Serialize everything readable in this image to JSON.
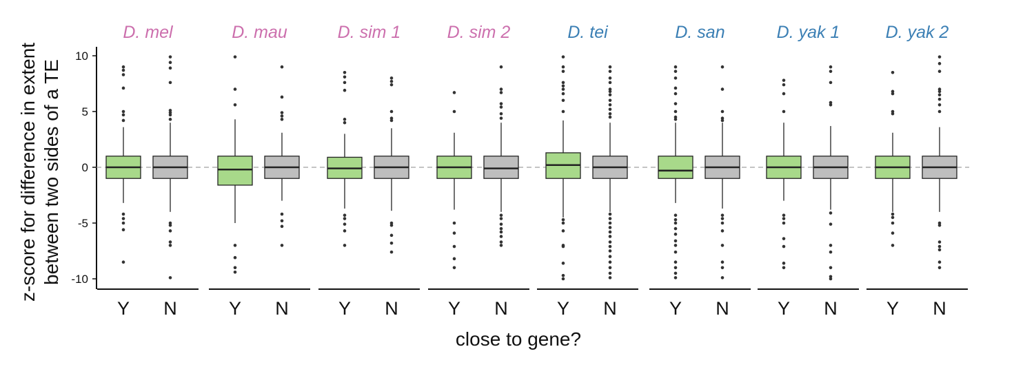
{
  "chart_data": {
    "type": "boxplot",
    "ylabel_lines": [
      "z-score for difference in extent",
      "between two sides of a TE"
    ],
    "xlabel": "close to gene?",
    "ylim": [
      -11,
      11
    ],
    "yticks": [
      10,
      5,
      0,
      -5,
      -10
    ],
    "reference_line": 0,
    "grid": false,
    "colors": {
      "Y": "#a8d98a",
      "N": "#bebebe",
      "melanogaster_group": "#cc6fad",
      "outgroup": "#3b7fb4"
    },
    "panels": [
      {
        "title": "D. mel",
        "color": "#cc6fad",
        "boxes": [
          {
            "category": "Y",
            "q1": -1.0,
            "median": 0.0,
            "q3": 1.0,
            "whisker_low": -3.2,
            "whisker_high": 3.6,
            "outliers": [
              9.0,
              8.7,
              8.3,
              7.1,
              5.0,
              4.7,
              4.2,
              -4.2,
              -4.6,
              -5.0,
              -5.6,
              -8.5
            ]
          },
          {
            "category": "N",
            "q1": -1.0,
            "median": 0.0,
            "q3": 1.0,
            "whisker_low": -4.0,
            "whisker_high": 4.0,
            "outliers": [
              9.9,
              9.4,
              8.9,
              7.6,
              5.1,
              4.9,
              4.7,
              4.3,
              -5.0,
              -5.2,
              -5.7,
              -6.7,
              -7.0,
              -9.9
            ]
          }
        ]
      },
      {
        "title": "D. mau",
        "color": "#cc6fad",
        "boxes": [
          {
            "category": "Y",
            "q1": -1.6,
            "median": -0.2,
            "q3": 1.0,
            "whisker_low": -5.0,
            "whisker_high": 4.3,
            "outliers": [
              9.9,
              7.0,
              5.6,
              -7.0,
              -8.1,
              -9.0,
              -9.4
            ]
          },
          {
            "category": "N",
            "q1": -1.0,
            "median": 0.0,
            "q3": 1.0,
            "whisker_low": -3.0,
            "whisker_high": 3.1,
            "outliers": [
              9.0,
              6.3,
              4.9,
              4.6,
              4.3,
              -4.2,
              -4.8,
              -5.3,
              -7.0
            ]
          }
        ]
      },
      {
        "title": "D. sim 1",
        "color": "#cc6fad",
        "boxes": [
          {
            "category": "Y",
            "q1": -1.0,
            "median": -0.1,
            "q3": 0.9,
            "whisker_low": -3.7,
            "whisker_high": 3.0,
            "outliers": [
              8.5,
              8.1,
              7.6,
              6.9,
              4.3,
              4.0,
              -4.3,
              -4.6,
              -5.1,
              -5.7,
              -7.0
            ]
          },
          {
            "category": "N",
            "q1": -1.0,
            "median": 0.0,
            "q3": 1.0,
            "whisker_low": -3.9,
            "whisker_high": 3.5,
            "outliers": [
              8.0,
              7.7,
              7.4,
              5.0,
              4.4,
              4.2,
              -5.0,
              -5.2,
              -6.1,
              -6.8,
              -7.6
            ]
          }
        ]
      },
      {
        "title": "D. sim 2",
        "color": "#cc6fad",
        "boxes": [
          {
            "category": "Y",
            "q1": -1.0,
            "median": 0.0,
            "q3": 1.0,
            "whisker_low": -3.8,
            "whisker_high": 3.1,
            "outliers": [
              6.7,
              5.0,
              -5.0,
              -5.9,
              -7.1,
              -8.2,
              -9.0
            ]
          },
          {
            "category": "N",
            "q1": -1.0,
            "median": -0.1,
            "q3": 1.0,
            "whisker_low": -4.0,
            "whisker_high": 4.0,
            "outliers": [
              9.0,
              7.0,
              6.7,
              5.7,
              5.4,
              4.8,
              4.4,
              -4.3,
              -4.6,
              -5.1,
              -5.5,
              -5.8,
              -6.2,
              -6.7,
              -7.0
            ]
          }
        ]
      },
      {
        "title": "D. tei",
        "color": "#3b7fb4",
        "boxes": [
          {
            "category": "Y",
            "q1": -1.0,
            "median": 0.2,
            "q3": 1.3,
            "whisker_low": -4.5,
            "whisker_high": 4.2,
            "outliers": [
              9.9,
              9.0,
              8.6,
              7.6,
              7.3,
              7.0,
              6.6,
              6.0,
              5.0,
              -4.7,
              -5.0,
              -5.7,
              -7.0,
              -7.1,
              -8.6,
              -9.7,
              -10.0
            ]
          },
          {
            "category": "N",
            "q1": -1.0,
            "median": 0.0,
            "q3": 1.0,
            "whisker_low": -4.0,
            "whisker_high": 4.0,
            "outliers": [
              9.0,
              8.6,
              8.0,
              7.6,
              7.0,
              6.8,
              6.5,
              6.0,
              5.6,
              5.2,
              4.8,
              4.5,
              -4.2,
              -4.6,
              -5.0,
              -5.4,
              -5.8,
              -6.2,
              -6.7,
              -7.1,
              -7.5,
              -8.0,
              -8.5,
              -9.0,
              -9.5,
              -9.9
            ]
          }
        ]
      },
      {
        "title": "D. san",
        "color": "#3b7fb4",
        "boxes": [
          {
            "category": "Y",
            "q1": -1.0,
            "median": -0.3,
            "q3": 1.0,
            "whisker_low": -3.2,
            "whisker_high": 4.0,
            "outliers": [
              9.0,
              8.6,
              8.0,
              7.1,
              6.6,
              5.7,
              5.0,
              4.5,
              4.3,
              -4.3,
              -4.7,
              -5.0,
              -5.5,
              -6.0,
              -6.6,
              -7.0,
              -7.6,
              -8.5,
              -9.0,
              -9.5,
              -9.9
            ]
          },
          {
            "category": "N",
            "q1": -1.0,
            "median": 0.0,
            "q3": 1.0,
            "whisker_low": -3.7,
            "whisker_high": 4.0,
            "outliers": [
              9.0,
              7.0,
              5.0,
              4.4,
              4.2,
              -4.3,
              -4.6,
              -5.0,
              -5.7,
              -7.0,
              -8.5,
              -9.0,
              -9.9
            ]
          }
        ]
      },
      {
        "title": "D. yak 1",
        "color": "#3b7fb4",
        "boxes": [
          {
            "category": "Y",
            "q1": -1.0,
            "median": 0.0,
            "q3": 1.0,
            "whisker_low": -3.0,
            "whisker_high": 4.0,
            "outliers": [
              7.8,
              7.4,
              6.6,
              5.0,
              -4.3,
              -4.6,
              -5.0,
              -6.4,
              -7.1,
              -8.6,
              -9.0
            ]
          },
          {
            "category": "N",
            "q1": -1.0,
            "median": 0.0,
            "q3": 1.0,
            "whisker_low": -3.8,
            "whisker_high": 3.7,
            "outliers": [
              9.0,
              8.6,
              7.6,
              5.8,
              5.6,
              -4.1,
              -5.1,
              -7.0,
              -7.6,
              -9.0,
              -9.8,
              -10.0
            ]
          }
        ]
      },
      {
        "title": "D. yak 2",
        "color": "#3b7fb4",
        "boxes": [
          {
            "category": "Y",
            "q1": -1.0,
            "median": 0.0,
            "q3": 1.0,
            "whisker_low": -4.0,
            "whisker_high": 3.1,
            "outliers": [
              8.5,
              6.8,
              6.6,
              5.0,
              4.8,
              -4.2,
              -4.5,
              -5.0,
              -5.9,
              -7.0
            ]
          },
          {
            "category": "N",
            "q1": -1.0,
            "median": 0.0,
            "q3": 1.0,
            "whisker_low": -4.0,
            "whisker_high": 3.6,
            "outliers": [
              9.9,
              9.3,
              8.6,
              7.0,
              6.8,
              6.5,
              6.1,
              5.6,
              5.0,
              -5.0,
              -5.2,
              -6.7,
              -7.1,
              -7.4,
              -8.5,
              -9.0
            ]
          }
        ]
      }
    ]
  }
}
